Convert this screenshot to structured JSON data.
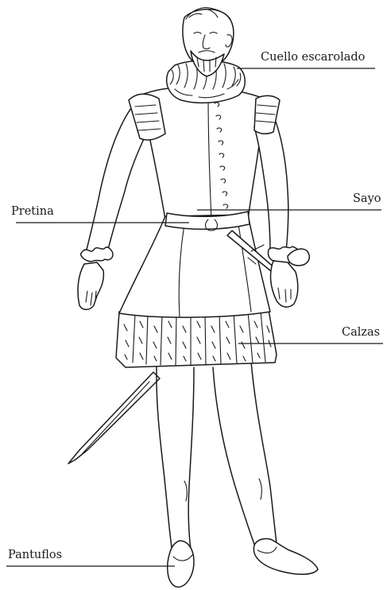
{
  "figure": {
    "labels": {
      "cuello": "Cuello escarolado",
      "sayo": "Sayo",
      "pretina": "Pretina",
      "calzas": "Calzas",
      "pantuflos": "Pantuflos"
    }
  }
}
